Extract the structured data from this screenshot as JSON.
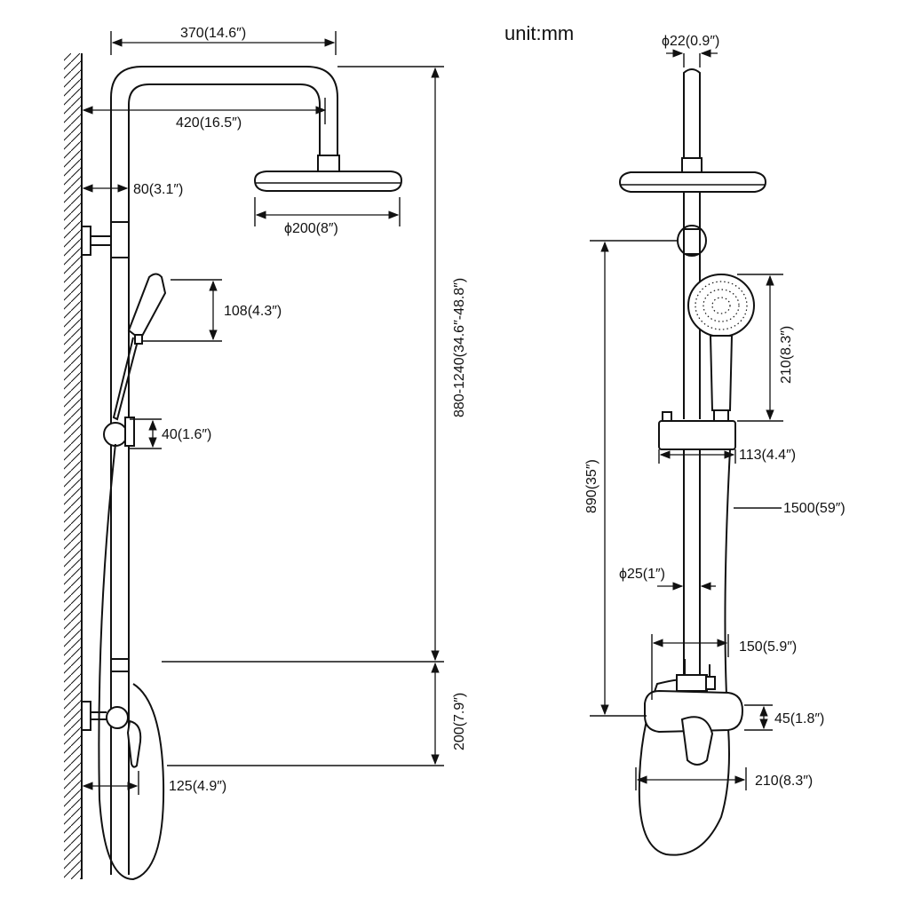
{
  "unit_label": "unit:mm",
  "side_view": {
    "overhead_arm_length": "370(14.6″)",
    "head_projection": "420(16.5″)",
    "wall_offset": "80(3.1″)",
    "head_diameter": "ϕ200(8″)",
    "hand_shower_length": "108(4.3″)",
    "holder_size": "40(1.6″)",
    "adjustable_height": "880-1240(34.6″-48.8″)",
    "mixer_height": "200(7.9″)",
    "mixer_projection": "125(4.9″)"
  },
  "front_view": {
    "top_pipe_diameter": "ϕ22(0.9″)",
    "hand_shower_height": "210(8.3″)",
    "shelf_width": "113(4.4″)",
    "hose_length": "1500(59″)",
    "riser_height": "890(35″)",
    "pipe_diameter": "ϕ25(1″)",
    "mixer_width": "150(5.9″)",
    "mixer_body_height": "45(1.8″)",
    "mixer_total_width": "210(8.3″)"
  }
}
